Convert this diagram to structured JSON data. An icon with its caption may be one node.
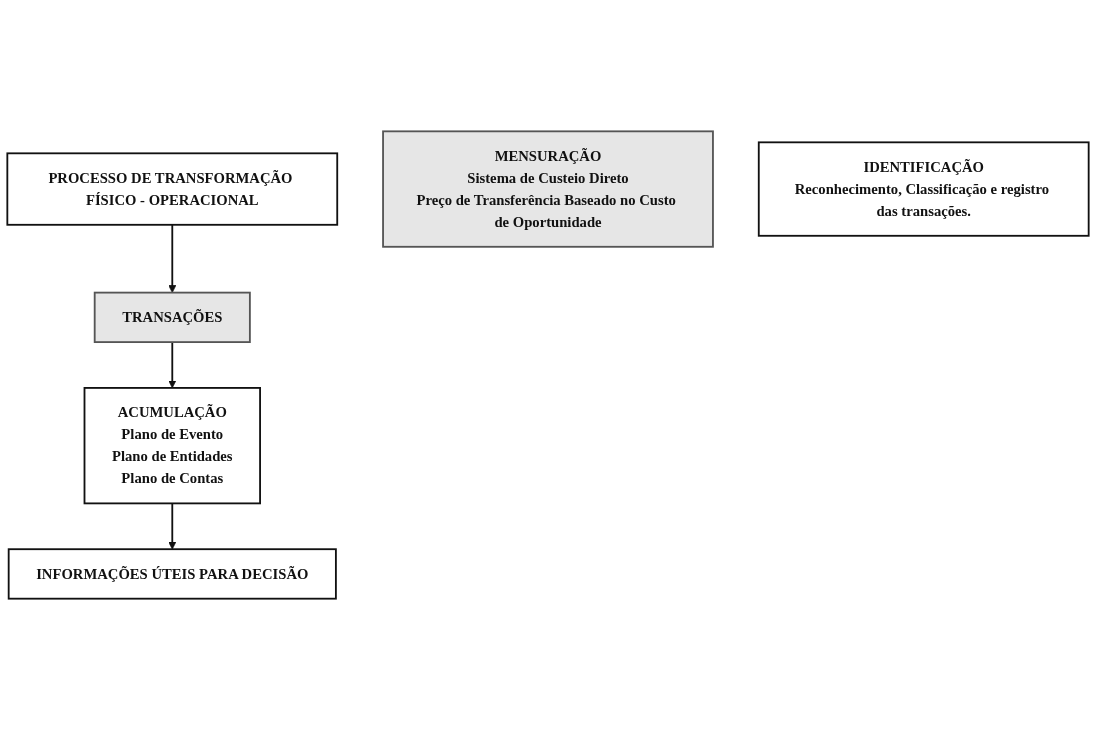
{
  "diagram": {
    "nodes": [
      {
        "text": [
          "PROCESSO DE TRANSFORMAÇÃO FÍSICO - OPERACIONAL"
        ]
      },
      {
        "text": [
          "MENSURAÇÃO",
          "Sistema de Custeio Direto",
          "Preço de Transferência Baseado no Custo de Oportunidade"
        ]
      },
      {
        "text": [
          "IDENTIFICAÇÃO",
          "Reconhecimento, Classificação e registro das transações."
        ]
      },
      {
        "text": [
          "TRANSAÇÕES"
        ]
      },
      {
        "text": [
          "ACUMULAÇÃO",
          "Plano de Evento",
          "Plano de Entidades",
          "Plano de Contas"
        ]
      },
      {
        "text": [
          "INFORMAÇÕES ÚTEIS PARA DECISÃO"
        ]
      }
    ],
    "edges": [
      {
        "from": 0,
        "to": 3,
        "arrow": "to"
      },
      {
        "from": 3,
        "to": 4,
        "arrow": "to"
      },
      {
        "from": 4,
        "to": 5,
        "arrow": "to"
      }
    ]
  }
}
